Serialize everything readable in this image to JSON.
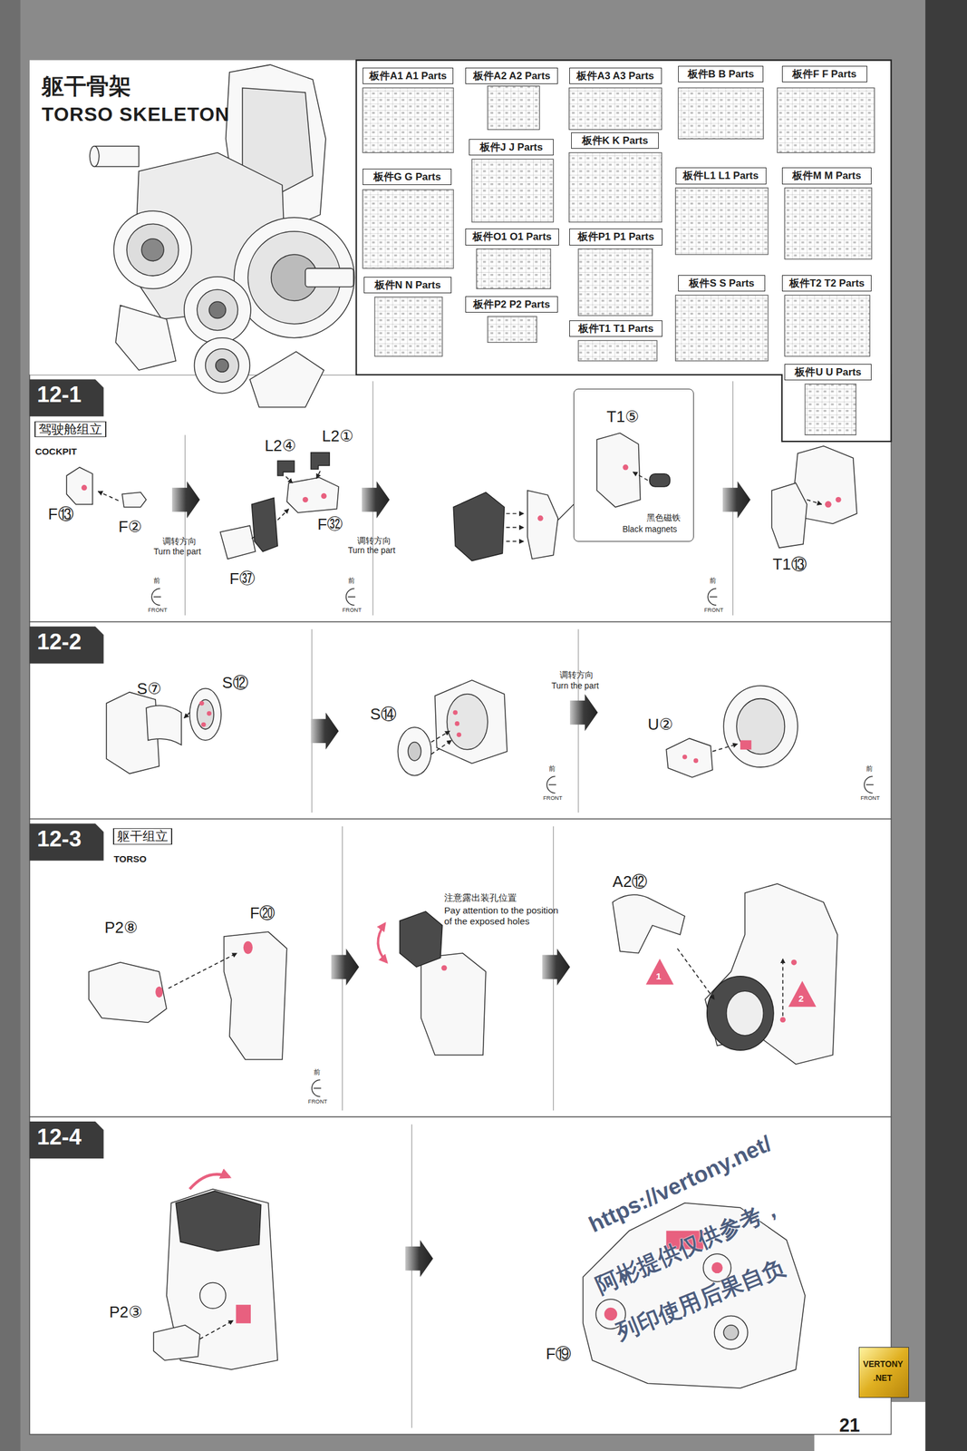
{
  "diagram": {
    "title": "躯干骨架",
    "nodes": [
      {
        "text": [
          "板件A1 A1 Parts"
        ]
      },
      {
        "text": [
          "板件A2 A2 Parts"
        ]
      },
      {
        "text": [
          "板件A3 A3 Parts"
        ]
      },
      {
        "text": [
          "板件B B Parts"
        ]
      },
      {
        "text": [
          "板件F F Parts"
        ]
      },
      {
        "text": [
          "板件J J Parts"
        ]
      },
      {
        "text": [
          "板件K K Parts"
        ]
      },
      {
        "text": [
          "板件G G Parts"
        ]
      },
      {
        "text": [
          "板件L1 L1 Parts"
        ]
      },
      {
        "text": [
          "板件M M Parts"
        ]
      },
      {
        "text": [
          "板件O1 O1 Parts"
        ]
      },
      {
        "text": [
          "板件P1 P1 Parts"
        ]
      },
      {
        "text": [
          "板件N N Parts"
        ]
      },
      {
        "text": [
          "板件S S Parts"
        ]
      },
      {
        "text": [
          "板件T2 T2 Parts"
        ]
      },
      {
        "text": [
          "板件P2 P2 Parts"
        ]
      },
      {
        "text": [
          "板件T1 T1 Parts"
        ]
      },
      {
        "text": [
          "板件U U Parts"
        ]
      },
      {
        "text": [
          "12-1"
        ]
      },
      {
        "text": [
          "驾驶舱组立",
          "COCKPIT"
        ],
        "in": 18
      },
      {
        "text": [
          "T1⑤",
          "黑色磁铁",
          "Black magnets"
        ],
        "in": 18
      },
      {
        "text": [
          "12-2"
        ]
      },
      {
        "text": [
          "12-3"
        ]
      },
      {
        "text": [
          "躯干组立",
          "TORSO"
        ],
        "in": 22
      },
      {
        "text": [
          "12-4"
        ]
      },
      {
        "text": [
          "VERTONY",
          ".NET"
        ]
      }
    ],
    "labels": [
      "TORSO SKELETON",
      "F⑬",
      "F②",
      "调转方向",
      "Turn the part",
      "前",
      "FRONT",
      "L2④",
      "L2①",
      "F㉜",
      "调转方向",
      "Turn the part",
      "前",
      "FRONT",
      "F㊲",
      "T1⑬",
      "前",
      "FRONT",
      "S⑦",
      "S⑫",
      "S⑭",
      "调转方向",
      "Turn the part",
      "U②",
      "前",
      "FRONT",
      "前",
      "FRONT",
      "P2⑧",
      "F⑳",
      "注意露出装孔位置",
      "Pay attention to the position of the exposed holes",
      "前",
      "FRONT",
      "A2⑫",
      "1",
      "2",
      "P2③",
      "F⑲",
      "https://vertony.net/",
      "阿彬提供仅供参考，",
      "列印使用后果自负",
      "21"
    ]
  }
}
